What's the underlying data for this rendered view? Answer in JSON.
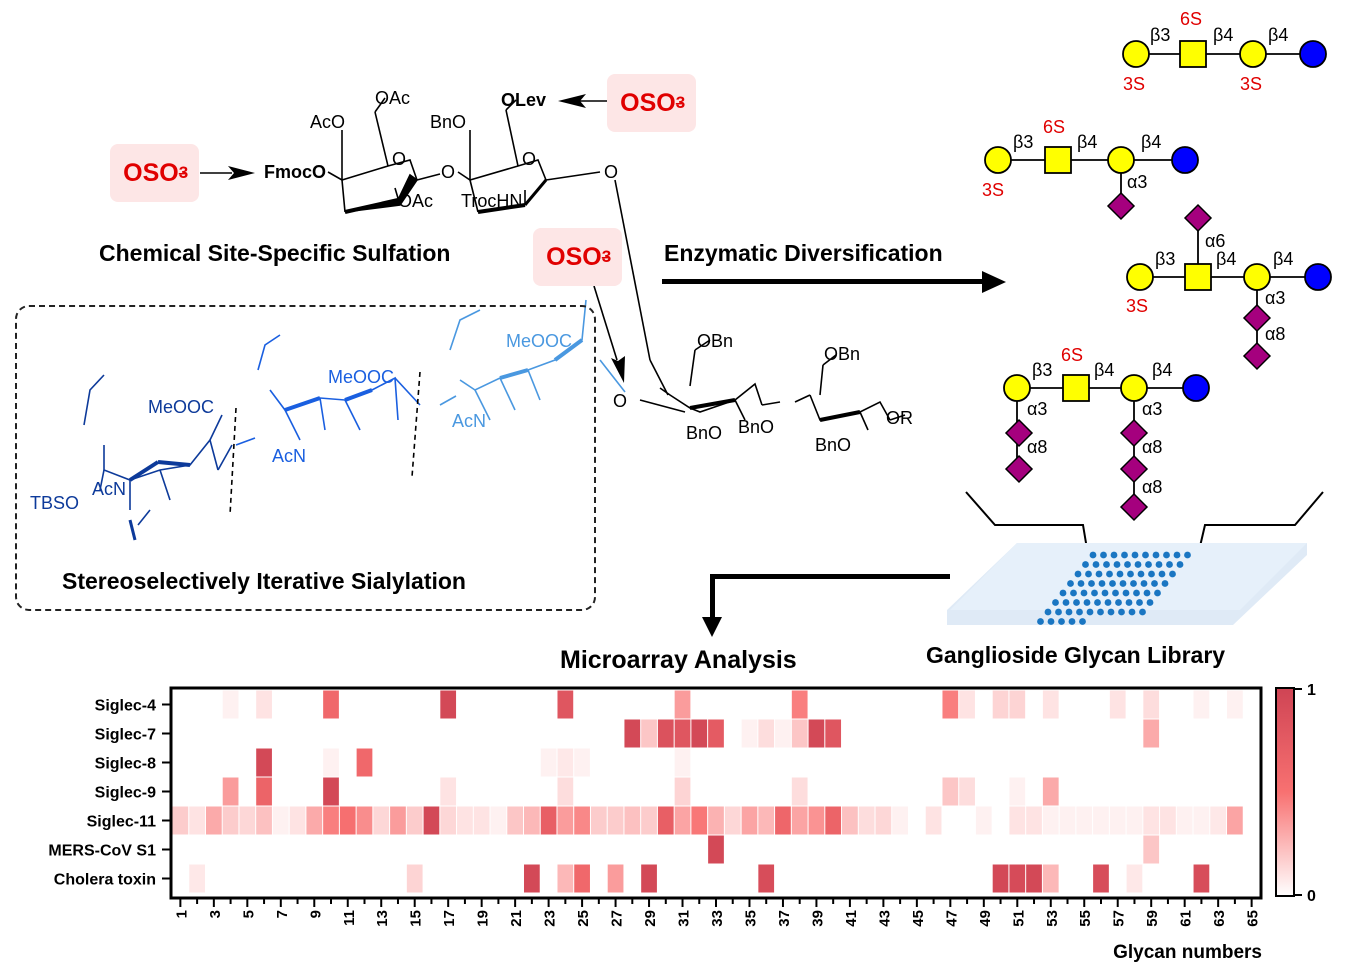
{
  "scheme": {
    "sulfation_title": "Chemical Site-Specific Sulfation",
    "sialylation_title": "Stereoselectively Iterative Sialylation",
    "enzymatic_label": "Enzymatic Diversification",
    "microarray_label": "Microarray Analysis",
    "library_label": "Ganglioside Glycan Library",
    "sulfate_tag": {
      "main": "OSO",
      "sub": "3",
      "sup": "−"
    },
    "disaccharide_labels": {
      "fmoco": "FmocO",
      "aco": "AcO",
      "oac_top": "OAc",
      "oac_bottom": "OAc",
      "bno": "BnO",
      "olev": "OLev",
      "trochn": "TrocHN",
      "ring_o1": "O",
      "ring_o2": "O",
      "link_o": "O",
      "anomeric_o": "O"
    },
    "sialic_labels": {
      "tbso": "TBSO",
      "acn1": "AcN",
      "acn2": "AcN",
      "acn3": "AcN",
      "meooc1": "MeOOC",
      "meooc2": "MeOOC",
      "meooc3": "MeOOC"
    },
    "lactose_labels": {
      "obn1": "OBn",
      "obn2": "OBn",
      "bno1": "BnO",
      "bno2": "BnO",
      "bno3": "BnO",
      "or": "OR",
      "o_link": "O"
    },
    "colors": {
      "sia_dark": "#0d3a9a",
      "sia_mid": "#1a5fe0",
      "sia_light": "#4a98e0",
      "sulfate_red": "#e00000",
      "sulfate_bg": "#fde6e6"
    }
  },
  "glycans": [
    {
      "linkages": [
        "β3",
        "β4",
        "β4"
      ],
      "sulfates": [
        "6S",
        "3S",
        "3S"
      ]
    },
    {
      "linkages": [
        "β3",
        "β4",
        "β4",
        "α3"
      ],
      "sulfates": [
        "6S",
        "3S"
      ]
    },
    {
      "linkages": [
        "β3",
        "β4",
        "β4",
        "α6",
        "α3",
        "α8"
      ],
      "sulfates": [
        "3S"
      ]
    },
    {
      "linkages": [
        "β3",
        "β4",
        "β4",
        "α3",
        "α8",
        "α3",
        "α8",
        "α8"
      ],
      "sulfates": [
        "6S"
      ]
    }
  ],
  "glycan_colors": {
    "gal": "#ffff00",
    "glcnac": "#ffff00",
    "glc": "#0000ff",
    "neu5ac": "#a5007e"
  },
  "chart_data": {
    "type": "heatmap",
    "xlabel": "Glycan numbers",
    "ylabel": "",
    "rows": [
      "Siglec-4",
      "Siglec-7",
      "Siglec-8",
      "Siglec-9",
      "Siglec-11",
      "MERS-CoV S1",
      "Cholera toxin"
    ],
    "x_range": [
      1,
      65
    ],
    "x_tick_labels": [
      "1",
      "3",
      "5",
      "7",
      "9",
      "11",
      "13",
      "15",
      "17",
      "19",
      "21",
      "23",
      "25",
      "27",
      "29",
      "31",
      "33",
      "35",
      "37",
      "39",
      "41",
      "43",
      "45",
      "47",
      "49",
      "51",
      "53",
      "55",
      "57",
      "59",
      "61",
      "63",
      "65"
    ],
    "colorbar": {
      "min": 0,
      "max": 1,
      "min_label": "0",
      "max_label": "1",
      "low_color": "#ffffff",
      "mid_color": "#f87171",
      "high_color": "#cf4454"
    },
    "values": {
      "Siglec-4": {
        "4": 0.05,
        "6": 0.1,
        "10": 0.6,
        "17": 0.95,
        "24": 0.8,
        "31": 0.35,
        "38": 0.45,
        "47": 0.45,
        "48": 0.1,
        "50": 0.15,
        "51": 0.15,
        "53": 0.1,
        "57": 0.1,
        "59": 0.12,
        "62": 0.05,
        "64": 0.05
      },
      "Siglec-7": {
        "28": 0.95,
        "29": 0.2,
        "30": 0.85,
        "31": 0.8,
        "32": 0.95,
        "33": 0.75,
        "35": 0.05,
        "36": 0.12,
        "37": 0.05,
        "38": 0.2,
        "39": 0.95,
        "40": 0.8,
        "59": 0.3
      },
      "Siglec-8": {
        "6": 0.95,
        "10": 0.05,
        "12": 0.6,
        "23": 0.05,
        "24": 0.08,
        "25": 0.05,
        "31": 0.05
      },
      "Siglec-9": {
        "4": 0.35,
        "6": 0.65,
        "10": 0.95,
        "17": 0.1,
        "24": 0.12,
        "31": 0.15,
        "38": 0.12,
        "47": 0.2,
        "48": 0.12,
        "51": 0.05,
        "53": 0.3
      },
      "Siglec-11": {
        "1": 0.18,
        "2": 0.1,
        "3": 0.3,
        "4": 0.18,
        "5": 0.14,
        "6": 0.22,
        "7": 0.05,
        "8": 0.1,
        "9": 0.3,
        "10": 0.45,
        "11": 0.52,
        "12": 0.4,
        "13": 0.14,
        "14": 0.35,
        "15": 0.18,
        "16": 0.95,
        "17": 0.14,
        "18": 0.1,
        "19": 0.1,
        "20": 0.05,
        "21": 0.2,
        "22": 0.25,
        "23": 0.7,
        "24": 0.35,
        "25": 0.42,
        "26": 0.18,
        "27": 0.18,
        "28": 0.22,
        "29": 0.18,
        "30": 0.7,
        "31": 0.32,
        "32": 0.48,
        "33": 0.27,
        "34": 0.14,
        "35": 0.32,
        "36": 0.25,
        "37": 0.62,
        "38": 0.32,
        "39": 0.38,
        "40": 0.65,
        "41": 0.22,
        "42": 0.12,
        "43": 0.14,
        "44": 0.05,
        "46": 0.1,
        "49": 0.05,
        "51": 0.1,
        "52": 0.1,
        "53": 0.05,
        "54": 0.05,
        "55": 0.05,
        "56": 0.05,
        "57": 0.05,
        "58": 0.05,
        "59": 0.1,
        "60": 0.1,
        "61": 0.05,
        "62": 0.05,
        "63": 0.08,
        "64": 0.32
      },
      "MERS-CoV S1": {
        "33": 0.95,
        "59": 0.2
      },
      "Cholera toxin": {
        "2": 0.08,
        "15": 0.15,
        "22": 0.95,
        "24": 0.25,
        "25": 0.6,
        "27": 0.35,
        "29": 0.95,
        "36": 0.9,
        "50": 0.95,
        "51": 0.92,
        "52": 0.95,
        "53": 0.25,
        "56": 0.9,
        "58": 0.08,
        "62": 0.9
      }
    }
  }
}
